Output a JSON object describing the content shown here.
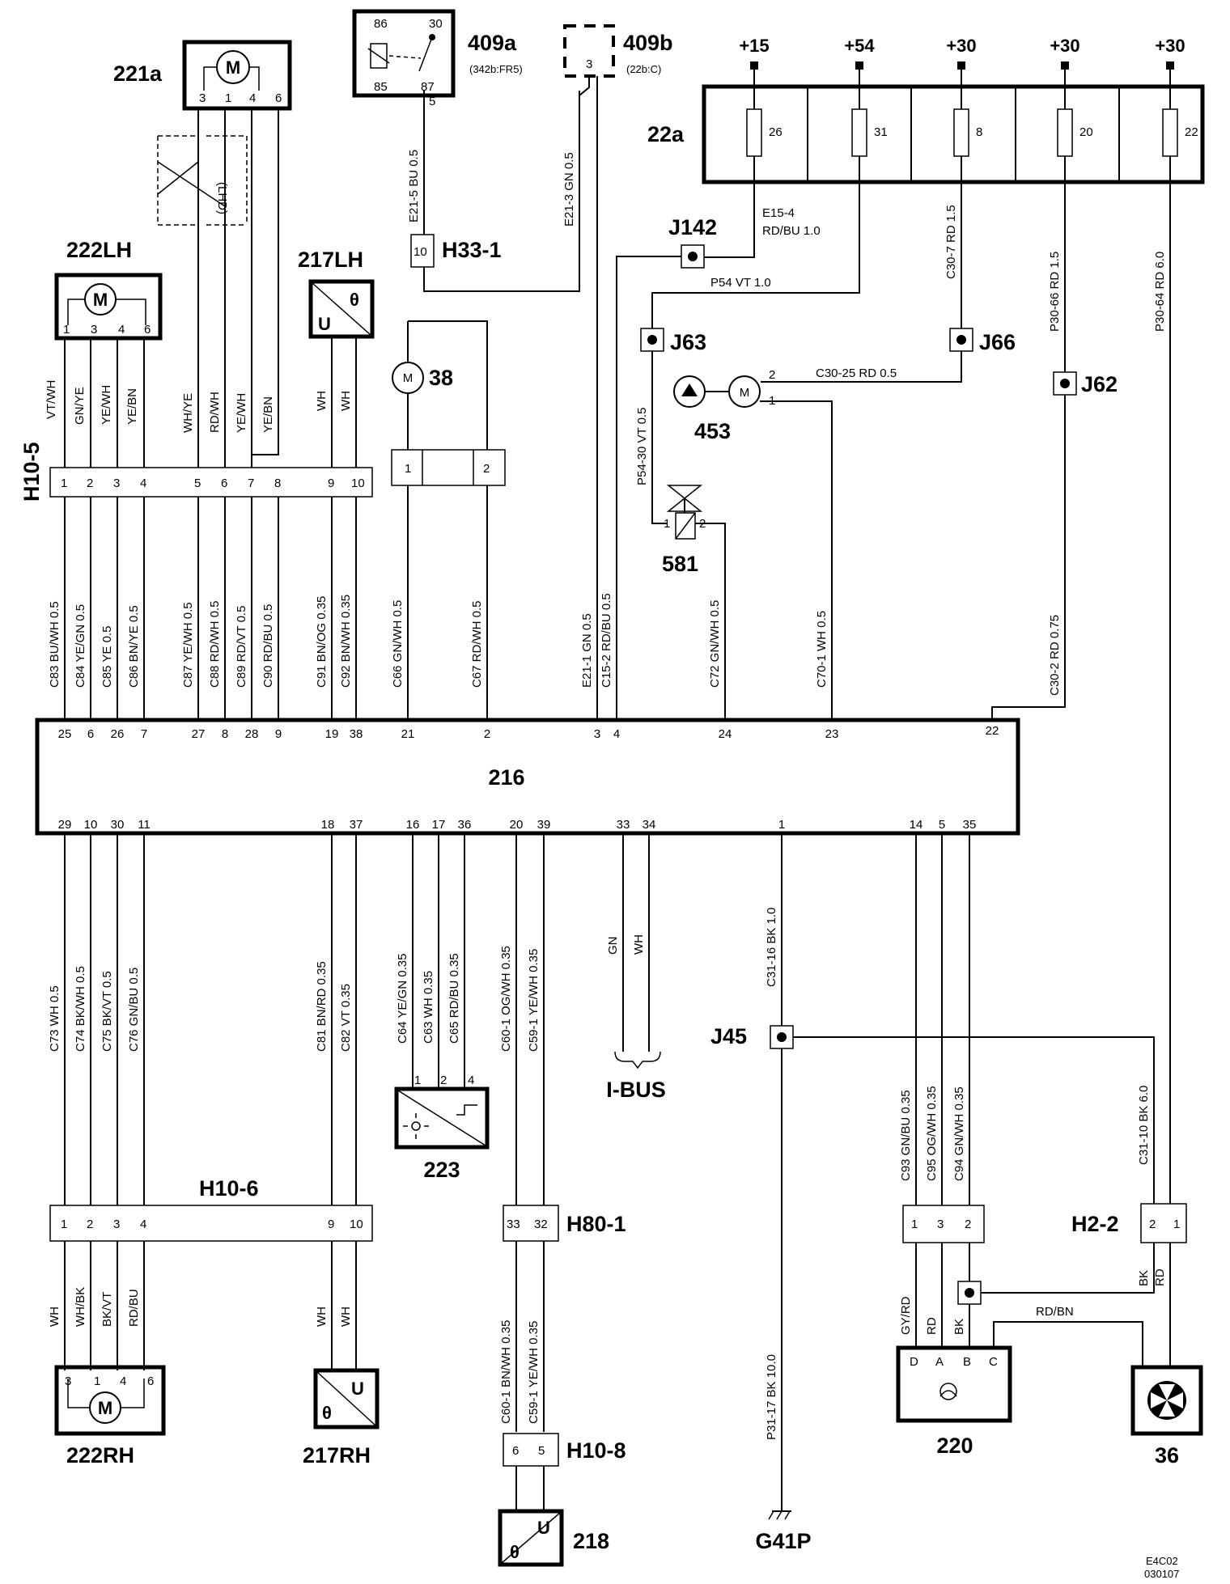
{
  "components": {
    "c221a": "221a",
    "c222lh": "222LH",
    "c217lh": "217LH",
    "c409a": "409a",
    "c409a_ref": "(342b:FR5)",
    "c409b": "409b",
    "c409b_ref": "(22b:C)",
    "c22a": "22a",
    "c38": "38",
    "c453": "453",
    "c581": "581",
    "c216": "216",
    "c223": "223",
    "c222rh": "222RH",
    "c217rh": "217RH",
    "c218": "218",
    "c220": "220",
    "c36": "36",
    "g41p": "G41P",
    "ibus": "I-BUS",
    "lhd": "(LHD)",
    "motor": "M"
  },
  "connectors": {
    "h10_5": "H10-5",
    "h10_6": "H10-6",
    "h10_8": "H10-8",
    "h80_1": "H80-1",
    "h2_2": "H2-2",
    "h33_1": "H33-1"
  },
  "junctions": {
    "j142": "J142",
    "j63": "J63",
    "j66": "J66",
    "j62": "J62",
    "j45": "J45"
  },
  "supplies": {
    "p15": "+15",
    "p54": "+54",
    "p30a": "+30",
    "p30b": "+30",
    "p30c": "+30"
  },
  "fuses": {
    "f26": "26",
    "f31": "31",
    "f8": "8",
    "f20": "20",
    "f22": "22"
  },
  "relay": {
    "p86": "86",
    "p30": "30",
    "p85": "85",
    "p87": "87",
    "p5": "5",
    "p3": "3"
  },
  "wires": {
    "e21_5": "E21-5  BU  0.5",
    "e21_3": "E21-3  GN  0.5",
    "e15_4": "E15-4",
    "e15_4b": "RD/BU  1.0",
    "p54": "P54   VT   1.0",
    "c30_7": "C30-7  RD  1.5",
    "p30_66": "P30-66  RD  1.5",
    "p30_64": "P30-64  RD  6.0",
    "c30_25": "C30-25  RD   0.5",
    "p54_30": "P54-30  VT  0.5",
    "vt_wh": "VT/WH",
    "gn_ye": "GN/YE",
    "ye_wh": "YE/WH",
    "ye_bn": "YE/BN",
    "wh_ye": "WH/YE",
    "rd_wh": "RD/WH",
    "ye_wh2": "YE/WH",
    "ye_bn2": "YE/BN",
    "wh1": "WH",
    "wh2": "WH",
    "c83": "C83  BU/WH  0.5",
    "c84": "C84  YE/GN  0.5",
    "c85": "C85  YE  0.5",
    "c86": "C86  BN/YE  0.5",
    "c87": "C87  YE/WH  0.5",
    "c88": "C88  RD/WH  0.5",
    "c89": "C89  RD/VT  0.5",
    "c90": "C90  RD/BU  0.5",
    "c91": "C91  BN/OG  0.35",
    "c92": "C92  BN/WH  0.35",
    "c66": "C66  GN/WH  0.5",
    "c67": "C67  RD/WH  0.5",
    "e21_1": "E21-1  GN  0.5",
    "c15_2": "C15-2  RD/BU  0.5",
    "c72": "C72  GN/WH  0.5",
    "c70_1": "C70-1  WH  0.5",
    "c30_2": "C30-2  RD  0.75",
    "c73": "C73  WH  0.5",
    "c74": "C74  BK/WH  0.5",
    "c75": "C75  BK/VT  0.5",
    "c76": "C76  GN/BU  0.5",
    "c81": "C81  BN/RD  0.35",
    "c82": "C82  VT  0.35",
    "c64": "C64  YE/GN  0.35",
    "c63": "C63  WH  0.35",
    "c65": "C65  RD/BU  0.35",
    "c60_1": "C60-1  OG/WH  0.35",
    "c59_1": "C59-1  YE/WH  0.35",
    "gn": "GN",
    "wh_bus": "WH",
    "c31_16": "C31-16  BK  1.0",
    "c93": "C93  GN/BU  0.35",
    "c95": "C95  OG/WH  0.35",
    "c94": "C94  GN/WH  0.35",
    "c31_10": "C31-10  BK  6.0",
    "wh_r1": "WH",
    "whbk_r": "WH/BK",
    "bkvt_r": "BK/VT",
    "rdbu_r": "RD/BU",
    "wh_r2": "WH",
    "wh_r3": "WH",
    "c60_1b": "C60-1  BN/WH  0.35",
    "c59_1b": "C59-1  YE/WH  0.35",
    "p31_17": "P31-17  BK  10.0",
    "gy_rd": "GY/RD",
    "rd_220": "RD",
    "bk_220": "BK",
    "rd_bn": "RD/BN",
    "bk_h22": "BK",
    "rd_h22": "RD"
  },
  "pins": {
    "m221": [
      "3",
      "1",
      "4",
      "6"
    ],
    "m222lh": [
      "1",
      "3",
      "4",
      "6"
    ],
    "m222rh": [
      "3",
      "1",
      "4",
      "6"
    ],
    "h10_5": [
      "1",
      "2",
      "3",
      "4",
      "5",
      "6",
      "7",
      "8",
      "9",
      "10"
    ],
    "m38": [
      "1",
      "2"
    ],
    "h33": "10",
    "v581": [
      "1",
      "2"
    ],
    "m453": [
      "2",
      "1"
    ],
    "ecu_top": [
      "25",
      "6",
      "26",
      "7",
      "27",
      "8",
      "28",
      "9",
      "19",
      "38",
      "21",
      "2",
      "3",
      "4",
      "24",
      "23",
      "22"
    ],
    "ecu_bottom": [
      "29",
      "10",
      "30",
      "11",
      "18",
      "37",
      "16",
      "17",
      "36",
      "20",
      "39",
      "33",
      "34",
      "1",
      "14",
      "5",
      "35"
    ],
    "s223": [
      "1",
      "2",
      "4"
    ],
    "h10_6": [
      "1",
      "2",
      "3",
      "4",
      "9",
      "10"
    ],
    "h80_1": [
      "33",
      "32"
    ],
    "h10_8": [
      "6",
      "5"
    ],
    "h220": [
      "1",
      "3",
      "2"
    ],
    "h2_2": [
      "2",
      "1"
    ],
    "c220": [
      "D",
      "A",
      "B",
      "C"
    ],
    "sensor": [
      "U",
      "θ"
    ]
  },
  "footer": {
    "code": "E4C02",
    "date": "030107"
  }
}
